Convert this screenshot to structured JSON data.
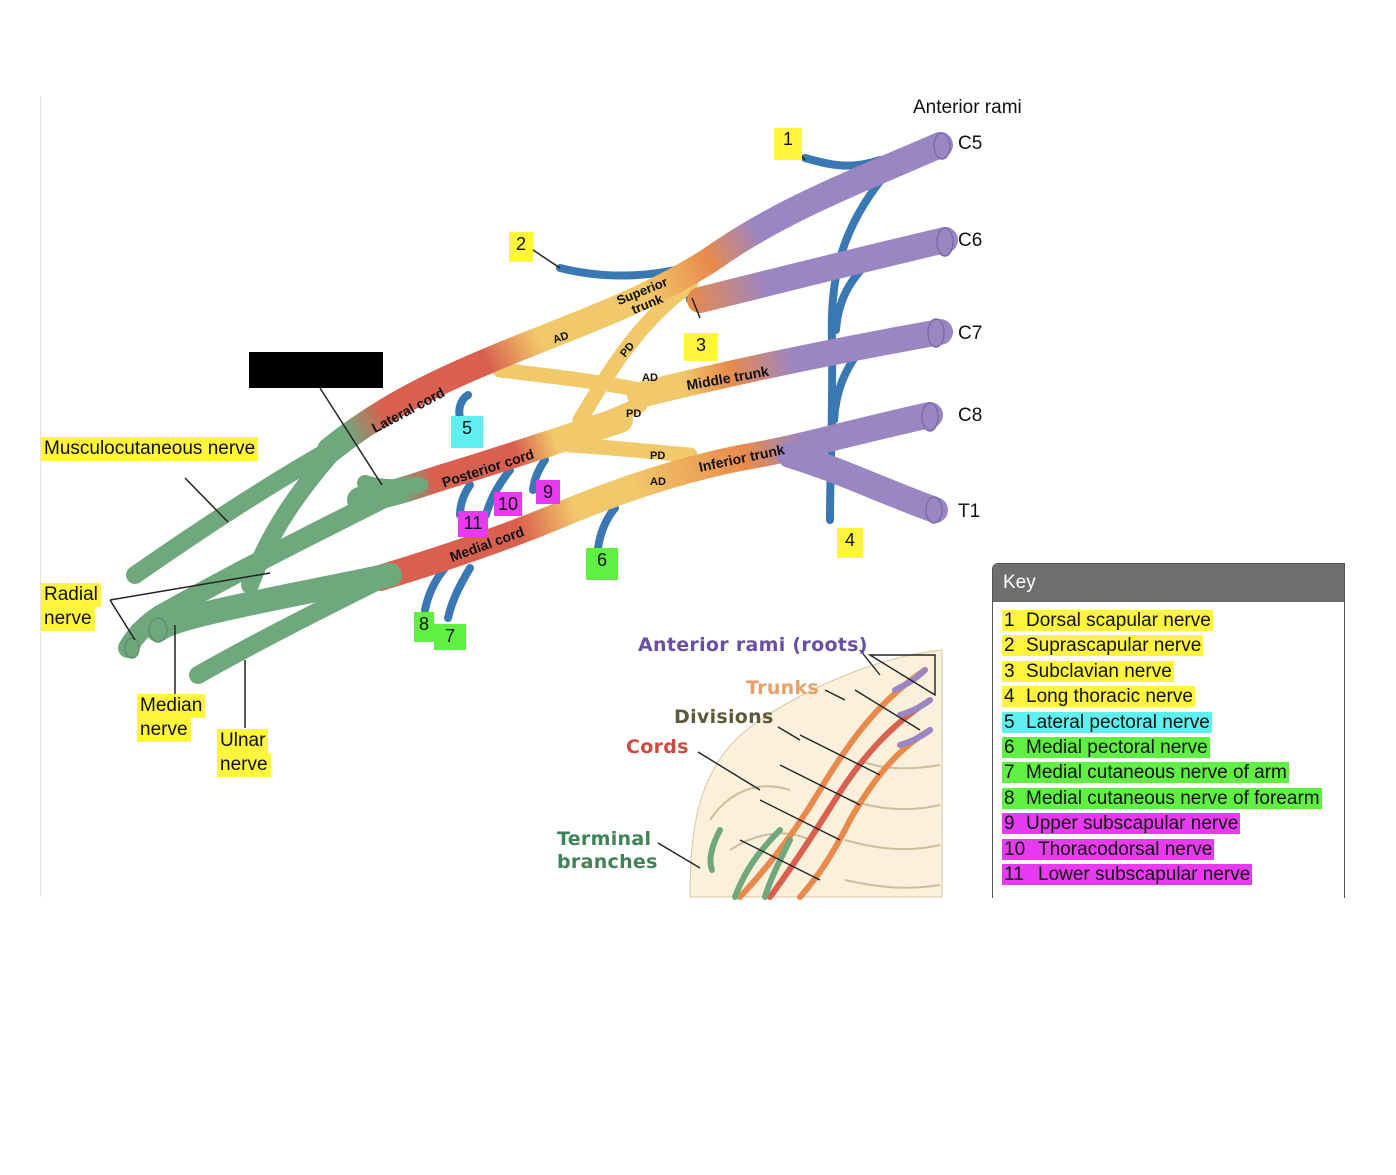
{
  "colors": {
    "root": "#9b86c4",
    "trunk": "#e88a4c",
    "division": "#f2c96a",
    "cord": "#d9604f",
    "terminal": "#6fa87d",
    "branch": "#3a78b4",
    "yellow": "#fff53d",
    "cyan": "#5ff0f0",
    "green": "#5ff043",
    "magenta": "#e83af0"
  },
  "header": {
    "anterior_rami": "Anterior rami"
  },
  "roots": [
    "C5",
    "C6",
    "C7",
    "C8",
    "T1"
  ],
  "structure_labels": {
    "superior_trunk": "Superior\ntrunk",
    "middle_trunk": "Middle trunk",
    "inferior_trunk": "Inferior trunk",
    "lateral_cord": "Lateral cord",
    "posterior_cord": "Posterior cord",
    "medial_cord": "Medial cord",
    "ad": "AD",
    "pd": "PD"
  },
  "terminal_labels": {
    "musculocutaneous": "Musculocutaneous nerve",
    "radial_1": "Radial",
    "radial_2": "nerve",
    "median_1": "Median",
    "median_2": "nerve",
    "ulnar_1": "Ulnar",
    "ulnar_2": "nerve"
  },
  "numbers": [
    "1",
    "2",
    "3",
    "4",
    "5",
    "6",
    "7",
    "8",
    "9",
    "10",
    "11"
  ],
  "inset": {
    "roots": "Anterior rami (roots)",
    "trunks": "Trunks",
    "divisions": "Divisions",
    "cords": "Cords",
    "terminal_1": "Terminal",
    "terminal_2": "branches"
  },
  "key": {
    "title": "Key",
    "items": [
      {
        "num": "1",
        "text": "Dorsal scapular nerve",
        "highlight": "yellow"
      },
      {
        "num": "2",
        "text": "Suprascapular nerve",
        "highlight": "yellow"
      },
      {
        "num": "3",
        "text": "Subclavian nerve",
        "highlight": "yellow"
      },
      {
        "num": "4",
        "text": "Long thoracic nerve",
        "highlight": "yellow"
      },
      {
        "num": "5",
        "text": "Lateral pectoral nerve",
        "highlight": "cyan"
      },
      {
        "num": "6",
        "text": "Medial pectoral nerve",
        "highlight": "green"
      },
      {
        "num": "7",
        "text": "Medial cutaneous nerve of arm",
        "highlight": "green"
      },
      {
        "num": "8",
        "text": "Medial cutaneous nerve of forearm",
        "highlight": "green"
      },
      {
        "num": "9",
        "text": "Upper subscapular nerve",
        "highlight": "magenta"
      },
      {
        "num": "10",
        "text": "Thoracodorsal nerve",
        "highlight": "magenta"
      },
      {
        "num": "11",
        "text": "Lower subscapular nerve",
        "highlight": "magenta"
      }
    ]
  }
}
